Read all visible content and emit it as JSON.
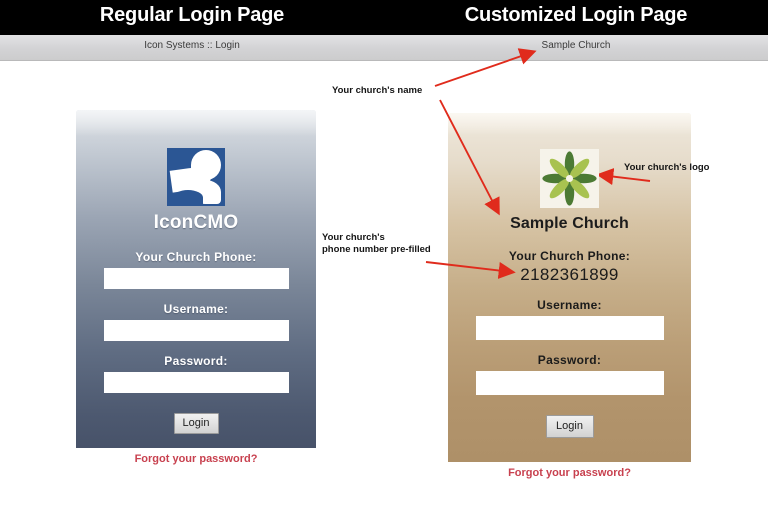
{
  "header": {
    "left_title": "Regular Login Page",
    "right_title": "Customized Login Page"
  },
  "toolbar": {
    "left_label": "Icon Systems :: Login",
    "right_label": "Sample Church"
  },
  "regular_panel": {
    "brand_name": "IconCMO",
    "brand_logo_icon": "iconcmo-logo-icon",
    "phone_label": "Your Church Phone:",
    "phone_value": "",
    "phone_placeholder": "",
    "username_label": "Username:",
    "username_value": "",
    "username_placeholder": "",
    "password_label": "Password:",
    "password_value": "",
    "password_placeholder": "",
    "login_button": "Login",
    "forgot_link": "Forgot your password?"
  },
  "custom_panel": {
    "church_logo_icon": "flower-logo-icon",
    "church_name": "Sample Church",
    "phone_label": "Your Church Phone:",
    "phone_value": "2182361899",
    "username_label": "Username:",
    "username_value": "",
    "username_placeholder": "",
    "password_label": "Password:",
    "password_value": "",
    "password_placeholder": "",
    "login_button": "Login",
    "forgot_link": "Forgot your password?"
  },
  "annotations": {
    "church_name": "Your church's name",
    "phone_prefilled": "Your church's\nphone number pre-filled",
    "church_logo": "Your church's logo"
  },
  "colors": {
    "header_background": "#000000",
    "header_text": "#ffffff",
    "toolbar_background": "#d6d6d8",
    "regular_panel_top": "#dfe2e6",
    "regular_panel_bottom": "#475269",
    "custom_panel_top": "#efe9de",
    "custom_panel_bottom": "#ae9068",
    "brand_blue": "#2b5694",
    "flower_light_green": "#a8c250",
    "flower_dark_green": "#4c7a34",
    "forgot_link": "#c8414f",
    "annotation_arrow": "#e02b1c",
    "annotation_text": "#151515"
  }
}
